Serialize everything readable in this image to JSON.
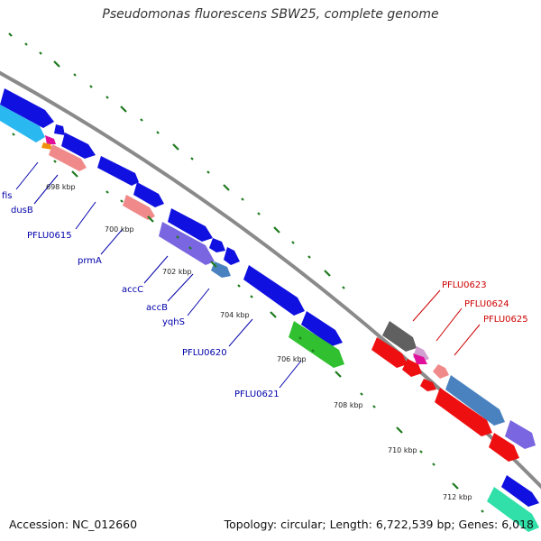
{
  "title": "Pseudomonas fluorescens SBW25, complete genome",
  "footer": {
    "accession": "Accession: NC_012660",
    "topology": "Topology: circular; Length: 6,722,539 bp; Genes: 6,018"
  },
  "colors": {
    "backbone": "#8a8a8a",
    "forward_label": "#0000aa",
    "reverse_label": "#cc0000",
    "tick": "#1e7a1e"
  },
  "scale_labels": [
    "698 kbp",
    "700 kbp",
    "702 kbp",
    "704 kbp",
    "706 kbp",
    "708 kbp",
    "710 kbp",
    "712 kbp"
  ],
  "forward_labels": [
    "fis",
    "dusB",
    "PFLU0615",
    "prmA",
    "accC",
    "accB",
    "yqhS",
    "PFLU0620",
    "PFLU0621"
  ],
  "reverse_labels": [
    "PFLU0623",
    "PFLU0624",
    "PFLU0625"
  ]
}
